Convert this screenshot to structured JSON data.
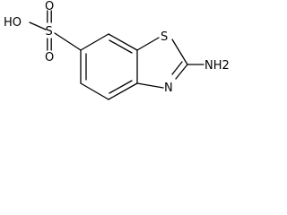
{
  "molecule": {
    "atoms": {
      "hydroxyl": "HO",
      "sulfur_sulfonyl": "S",
      "oxygen_upper": "O",
      "oxygen_lower": "O",
      "sulfur_ring": "S",
      "nitrogen_ring": "N",
      "amino": "NH2"
    }
  }
}
